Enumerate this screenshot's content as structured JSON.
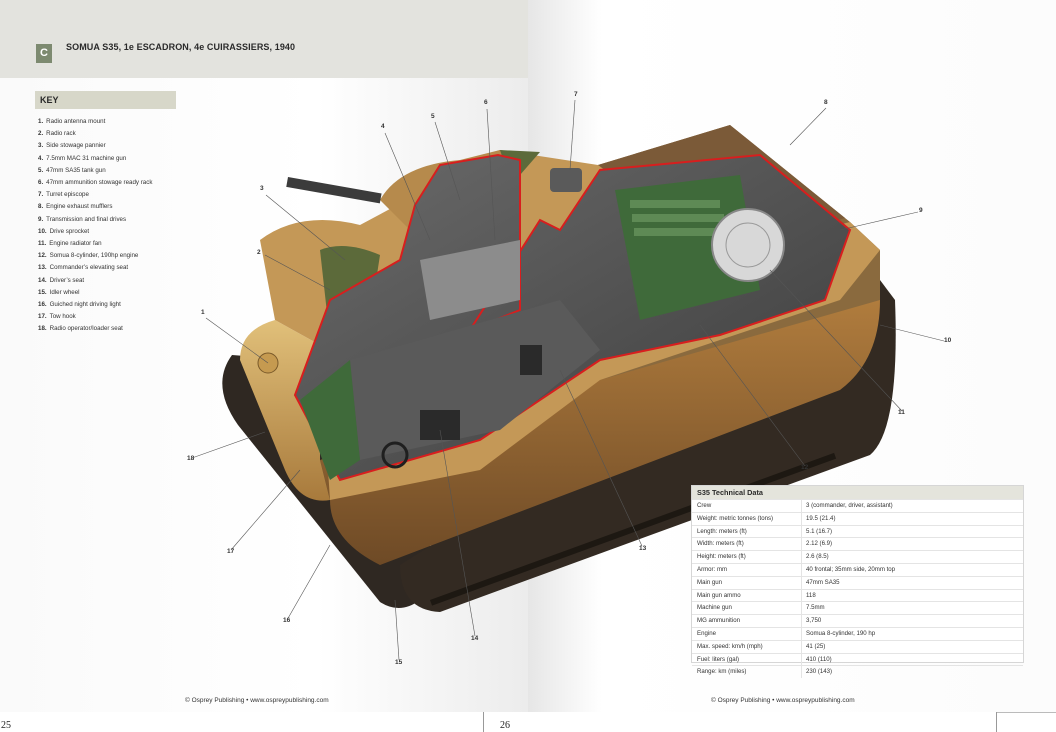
{
  "plate": {
    "letter": "C",
    "title": "SOMUA S35, 1e ESCADRON, 4e CUIRASSIERS, 1940"
  },
  "key": {
    "heading": "KEY",
    "items": [
      {
        "num": "1.",
        "label": "Radio antenna mount"
      },
      {
        "num": "2.",
        "label": "Radio rack"
      },
      {
        "num": "3.",
        "label": "Side stowage pannier"
      },
      {
        "num": "4.",
        "label": "7.5mm MAC 31 machine gun"
      },
      {
        "num": "5.",
        "label": "47mm SA35 tank gun"
      },
      {
        "num": "6.",
        "label": "47mm ammunition stowage ready rack"
      },
      {
        "num": "7.",
        "label": "Turret episcope"
      },
      {
        "num": "8.",
        "label": "Engine exhaust mufflers"
      },
      {
        "num": "9.",
        "label": "Transmission and final drives"
      },
      {
        "num": "10.",
        "label": "Drive sprocket"
      },
      {
        "num": "11.",
        "label": "Engine radiator fan"
      },
      {
        "num": "12.",
        "label": "Somua 8-cylinder, 190hp engine"
      },
      {
        "num": "13.",
        "label": "Commander’s elevating seat"
      },
      {
        "num": "14.",
        "label": "Driver’s seat"
      },
      {
        "num": "15.",
        "label": "Idler wheel"
      },
      {
        "num": "16.",
        "label": "Guiched night driving light"
      },
      {
        "num": "17.",
        "label": "Tow hook"
      },
      {
        "num": "18.",
        "label": "Radio operator/loader seat"
      }
    ]
  },
  "callouts": [
    "1",
    "2",
    "3",
    "4",
    "5",
    "6",
    "7",
    "8",
    "9",
    "10",
    "11",
    "12",
    "13",
    "14",
    "15",
    "16",
    "17",
    "18"
  ],
  "tech": {
    "title": "S35 Technical Data",
    "rows": [
      {
        "label": "Crew",
        "value": "3 (commander, driver, assistant)"
      },
      {
        "label": "Weight: metric tonnes (tons)",
        "value": "19.5 (21.4)"
      },
      {
        "label": "Length: meters (ft)",
        "value": "5.1 (16.7)"
      },
      {
        "label": "Width: meters (ft)",
        "value": "2.12 (6.9)"
      },
      {
        "label": "Height: meters (ft)",
        "value": "2.6 (8.5)"
      },
      {
        "label": "Armor: mm",
        "value": "40 frontal; 35mm side, 20mm top"
      },
      {
        "label": "Main gun",
        "value": "47mm SA35"
      },
      {
        "label": "Main gun ammo",
        "value": "118"
      },
      {
        "label": "Machine gun",
        "value": "7.5mm"
      },
      {
        "label": "MG ammunition",
        "value": "3,750"
      },
      {
        "label": "Engine",
        "value": "Somua 8-cylinder, 190 hp"
      },
      {
        "label": "Max. speed: km/h (mph)",
        "value": "41 (25)"
      },
      {
        "label": "Fuel: liters (gal)",
        "value": "410 (110)"
      },
      {
        "label": "Range: km (miles)",
        "value": "230 (143)"
      }
    ]
  },
  "footer": {
    "left": "© Osprey Publishing • www.ospreypublishing.com",
    "right": "© Osprey Publishing • www.ospreypublishing.com"
  },
  "page_numbers": {
    "left": "25",
    "right": "26"
  },
  "colors": {
    "hull_tan": "#c8a05a",
    "track": "#3a3026",
    "cutaway_outline": "#d81e1e",
    "interior_green": "#3f6a3a"
  }
}
